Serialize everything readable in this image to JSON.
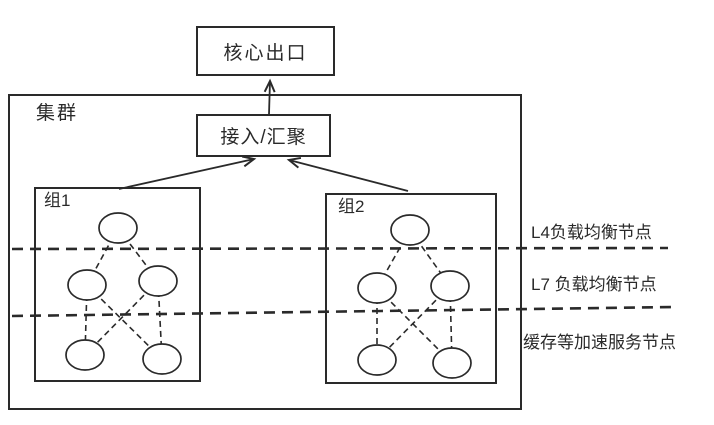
{
  "colors": {
    "line": "#2a2a2a",
    "background": "#ffffff"
  },
  "labels": {
    "core_exit": "核心出口",
    "cluster": "集群",
    "aggregation": "接入/汇聚",
    "group1": "组1",
    "group2": "组2"
  },
  "layers": {
    "l4": "L4负载均衡节点",
    "l7": "L7 负载均衡节点",
    "cache": "缓存等加速服务节点"
  },
  "groups": [
    {
      "label": "组1",
      "node_count": 5
    },
    {
      "label": "组2",
      "node_count": 5
    }
  ]
}
